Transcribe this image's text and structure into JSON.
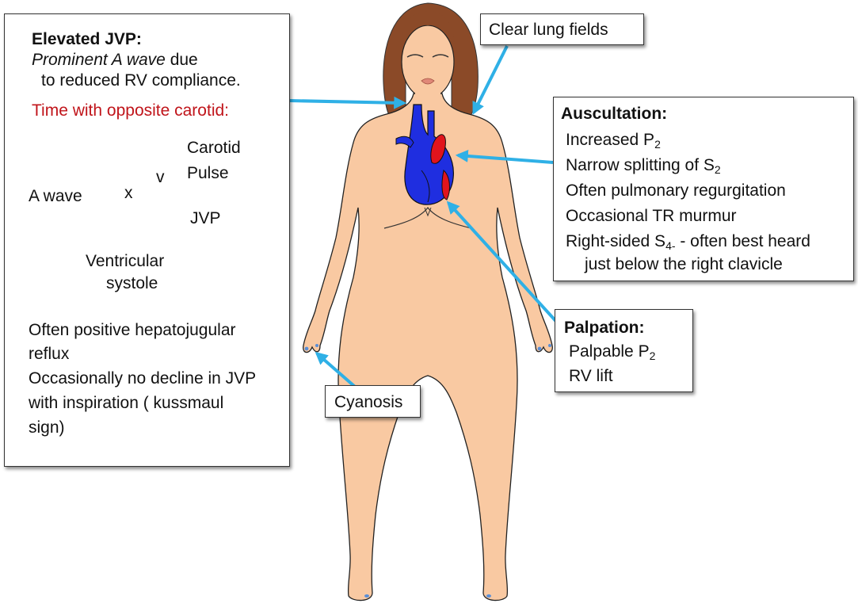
{
  "colors": {
    "skin": "#f9c9a2",
    "hair": "#8b4a28",
    "arrow": "#2fb0e6",
    "vein_blue": "#1f2ee0",
    "artery_red": "#e0141c",
    "carotid_trace": "#ee1c24",
    "jvp_trace": "#4a6fc8",
    "highlight_text": "#c0141a"
  },
  "jvp_box": {
    "title": "Elevated JVP:",
    "line1_italic": "Prominent A wave",
    "line1_rest": " due",
    "line2": "to reduced RV compliance.",
    "timing": "Time with opposite carotid:",
    "carotid_label_1": "Carotid",
    "carotid_label_2": "Pulse",
    "a_wave_label": "A wave",
    "x_label": "x",
    "v_label": "v",
    "jvp_label": "JVP",
    "systole_1": "Ventricular",
    "systole_2": "systole",
    "hjr_1": "Often positive hepatojugular",
    "hjr_2": "reflux",
    "kuss_1": "Occasionally no decline in JVP",
    "kuss_2": "with inspiration ( kussmaul",
    "kuss_3": "sign)"
  },
  "lung_box": {
    "text": "Clear lung fields"
  },
  "auscultation": {
    "title": "Auscultation:",
    "p2_text": "Increased P",
    "p2_sub": "2",
    "s2_text": "Narrow splitting of S",
    "s2_sub": "2",
    "pr": "Often pulmonary  regurgitation",
    "tr": "Occasional TR murmur",
    "s4_text": "Right-sided S",
    "s4_sub": "4-",
    "s4_rest": " - often best heard",
    "s4_line2": "just below the right clavicle"
  },
  "palpation": {
    "title": "Palpation:",
    "p2_text": "Palpable P",
    "p2_sub": "2",
    "rv": "RV lift"
  },
  "cyanosis_box": {
    "text": "Cyanosis"
  }
}
